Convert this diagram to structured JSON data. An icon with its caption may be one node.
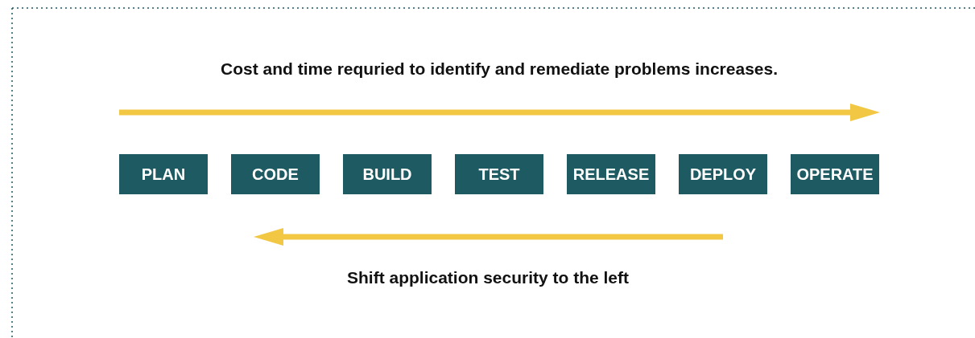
{
  "diagram": {
    "nodes": [
      {
        "text": [
          "PLAN"
        ]
      },
      {
        "text": [
          "CODE"
        ]
      },
      {
        "text": [
          "BUILD"
        ]
      },
      {
        "text": [
          "TEST"
        ]
      },
      {
        "text": [
          "RELEASE"
        ]
      },
      {
        "text": [
          "DEPLOY"
        ]
      },
      {
        "text": [
          "OPERATE"
        ]
      }
    ],
    "labels": [
      "Cost and time requried to identify and remediate problems increases.",
      "Shift application security to the left"
    ]
  }
}
